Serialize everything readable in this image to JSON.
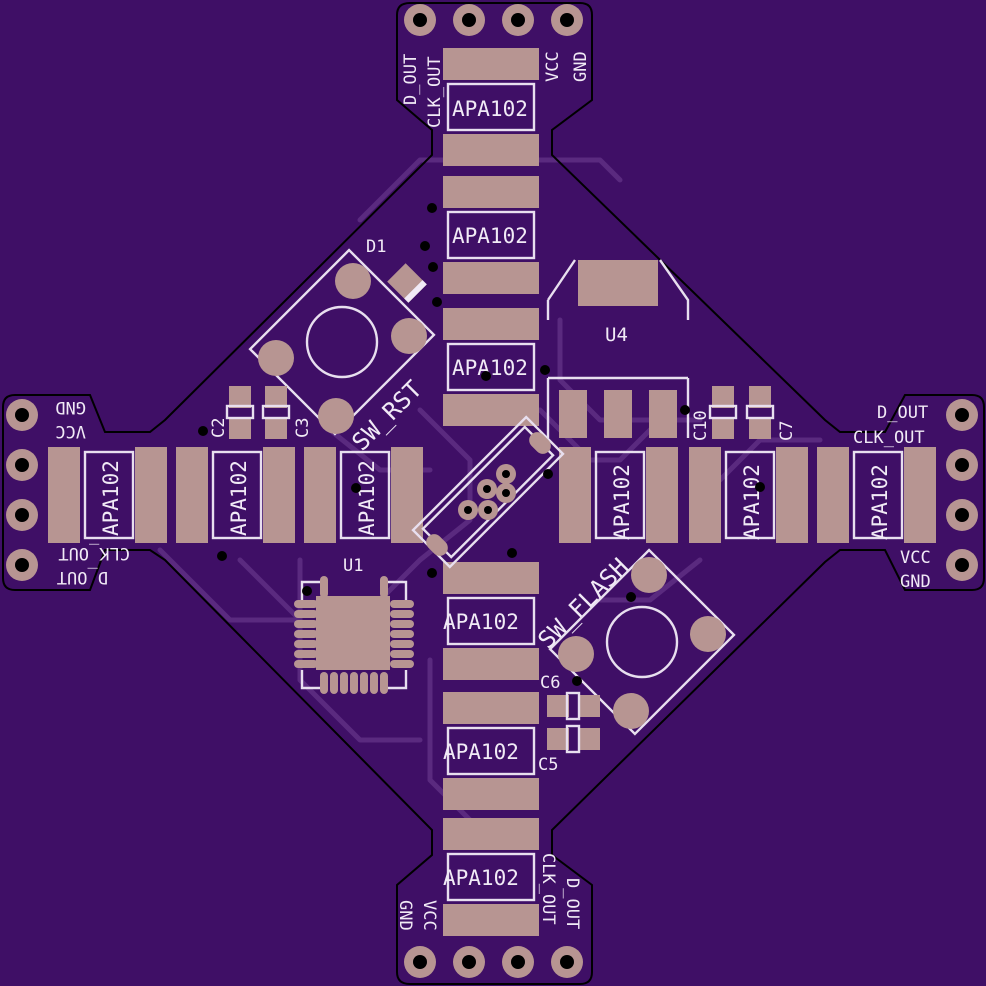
{
  "colors": {
    "board": "#3f0f66",
    "copper": "#b79592",
    "silkscreen": "#e8dfef",
    "edge": "#000000"
  },
  "leds": {
    "part": "APA102"
  },
  "connectors": {
    "top": [
      "D_OUT",
      "CLK_OUT",
      "VCC",
      "GND"
    ],
    "left": [
      "GND",
      "VCC",
      "CLK_OUT",
      "D_OUT"
    ],
    "right": [
      "D_OUT",
      "CLK_OUT",
      "VCC",
      "GND"
    ],
    "bottom": [
      "GND",
      "VCC",
      "CLK_OUT",
      "D_OUT"
    ]
  },
  "components": {
    "d1": "D1",
    "u1": "U1",
    "u4": "U4",
    "c2": "C2",
    "c3": "C3",
    "c5": "C5",
    "c6": "C6",
    "c7": "C7",
    "c10": "C10"
  },
  "switches": {
    "reset": "SW_RST",
    "flash": "SW_FLASH"
  }
}
